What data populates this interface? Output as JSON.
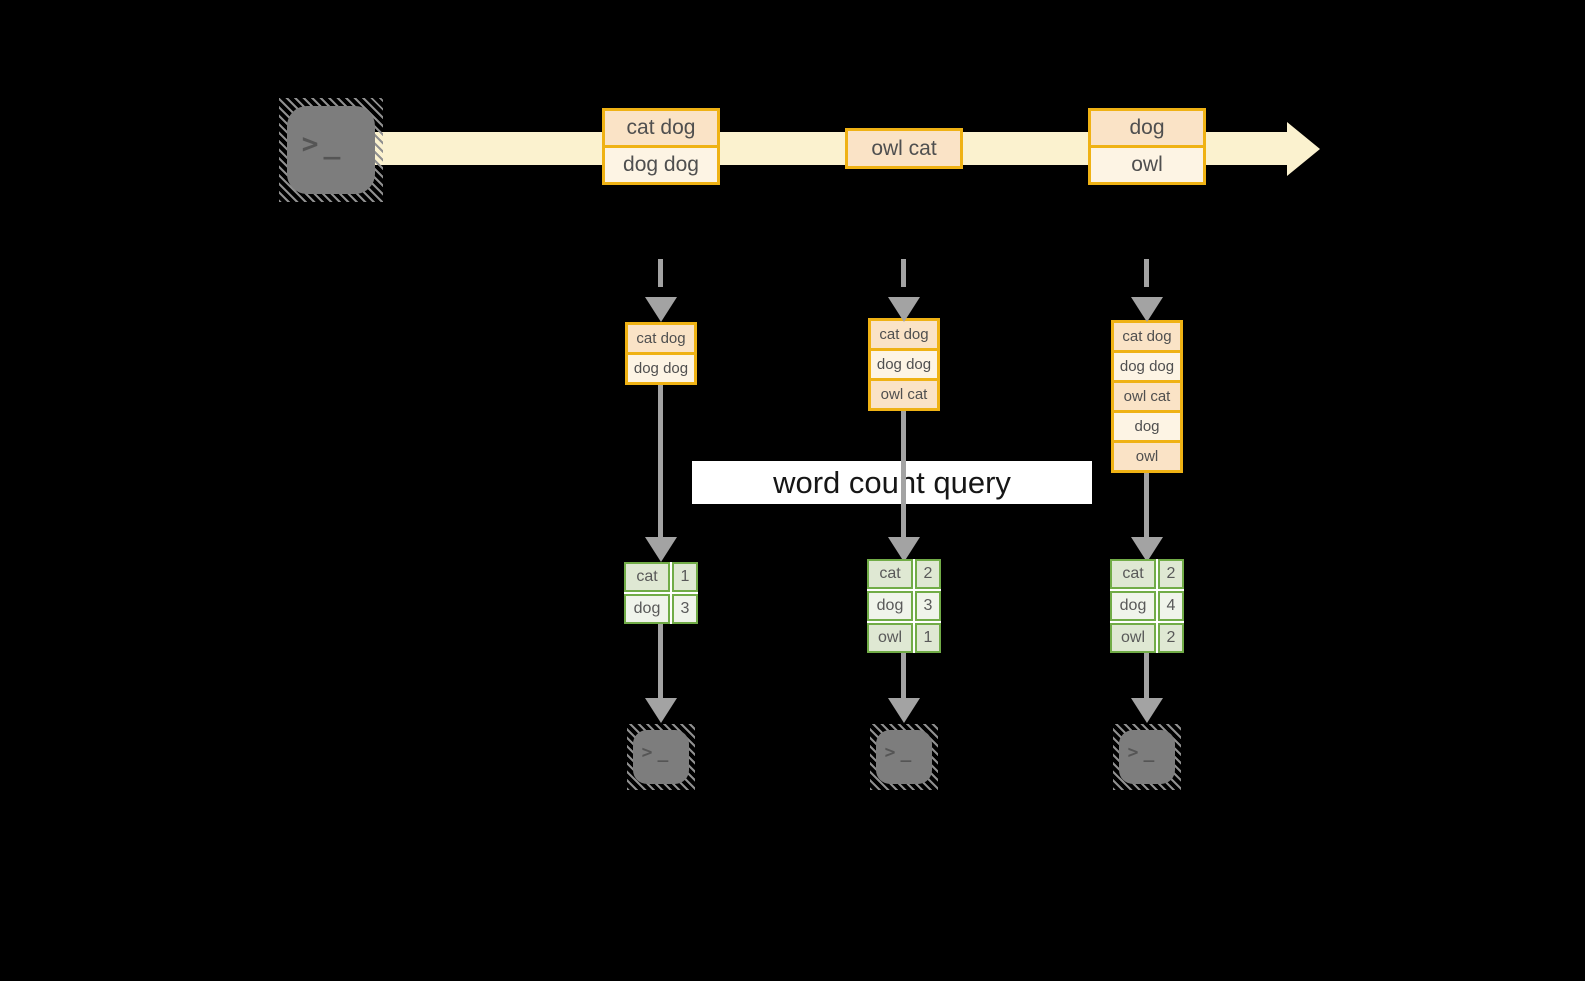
{
  "query_label": "word count query",
  "stream": {
    "batches": [
      {
        "lines": [
          "cat dog",
          "dog dog"
        ]
      },
      {
        "lines": [
          "owl cat"
        ]
      },
      {
        "lines": [
          "dog",
          "owl"
        ]
      }
    ]
  },
  "columns": [
    {
      "state_lines": [
        "cat dog",
        "dog dog"
      ],
      "counts": [
        {
          "word": "cat",
          "count": "1"
        },
        {
          "word": "dog",
          "count": "3"
        }
      ]
    },
    {
      "state_lines": [
        "cat dog",
        "dog dog",
        "owl cat"
      ],
      "counts": [
        {
          "word": "cat",
          "count": "2"
        },
        {
          "word": "dog",
          "count": "3"
        },
        {
          "word": "owl",
          "count": "1"
        }
      ]
    },
    {
      "state_lines": [
        "cat dog",
        "dog dog",
        "owl cat",
        "dog",
        "owl"
      ],
      "counts": [
        {
          "word": "cat",
          "count": "2"
        },
        {
          "word": "dog",
          "count": "4"
        },
        {
          "word": "owl",
          "count": "2"
        }
      ]
    }
  ],
  "icons": {
    "prompt_chevron": ">",
    "prompt_underscore": "_"
  },
  "colors": {
    "stream_band": "#FBF2CF",
    "orange_border": "#EFB214",
    "cell_peach": "#FAE3C6",
    "cell_cream": "#FDF4E4",
    "green_border": "#71AC47",
    "green_cell_dark": "#DFE8D3",
    "green_cell_light": "#F0F4EB",
    "arrow_gray": "#A3A3A3",
    "terminal_gray": "#7D7D7D",
    "background": "#000000"
  }
}
